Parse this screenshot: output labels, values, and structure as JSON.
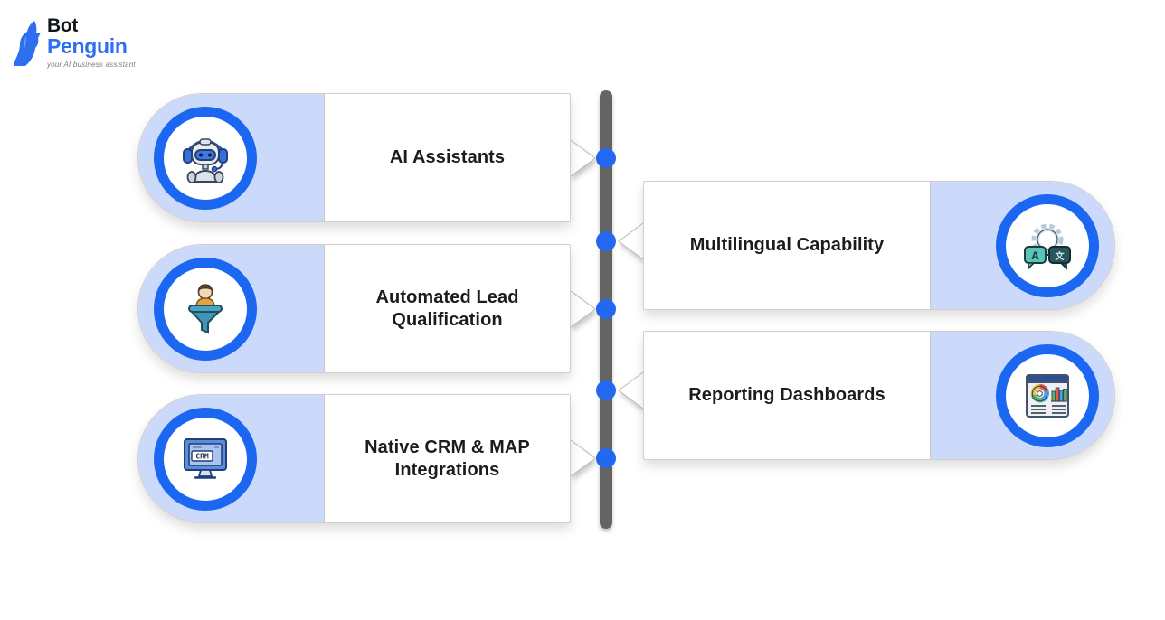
{
  "logo": {
    "brand_top": "Bot",
    "brand_bottom": "Penguin",
    "tagline": "your AI business assistant"
  },
  "colors": {
    "accent_blue": "#2368f1",
    "ring_blue": "#1b67f2",
    "light_blue": "#cbd9fa",
    "timeline_gray": "#646464",
    "card_border": "#d6cdc8",
    "label_text": "#1c1c1e",
    "logo_blue": "#2e6ff0"
  },
  "diagram": {
    "type": "feature-timeline",
    "timeline_node_count": 5,
    "cards": {
      "left": [
        {
          "label": "AI Assistants",
          "icon": "robot-assistant-icon"
        },
        {
          "label": "Automated Lead Qualification",
          "icon": "lead-funnel-icon"
        },
        {
          "label": "Native CRM & MAP Integrations",
          "icon": "crm-monitor-icon"
        }
      ],
      "right": [
        {
          "label": "Multilingual Capability",
          "icon": "translation-icon"
        },
        {
          "label": "Reporting Dashboards",
          "icon": "dashboard-icon"
        }
      ]
    }
  }
}
